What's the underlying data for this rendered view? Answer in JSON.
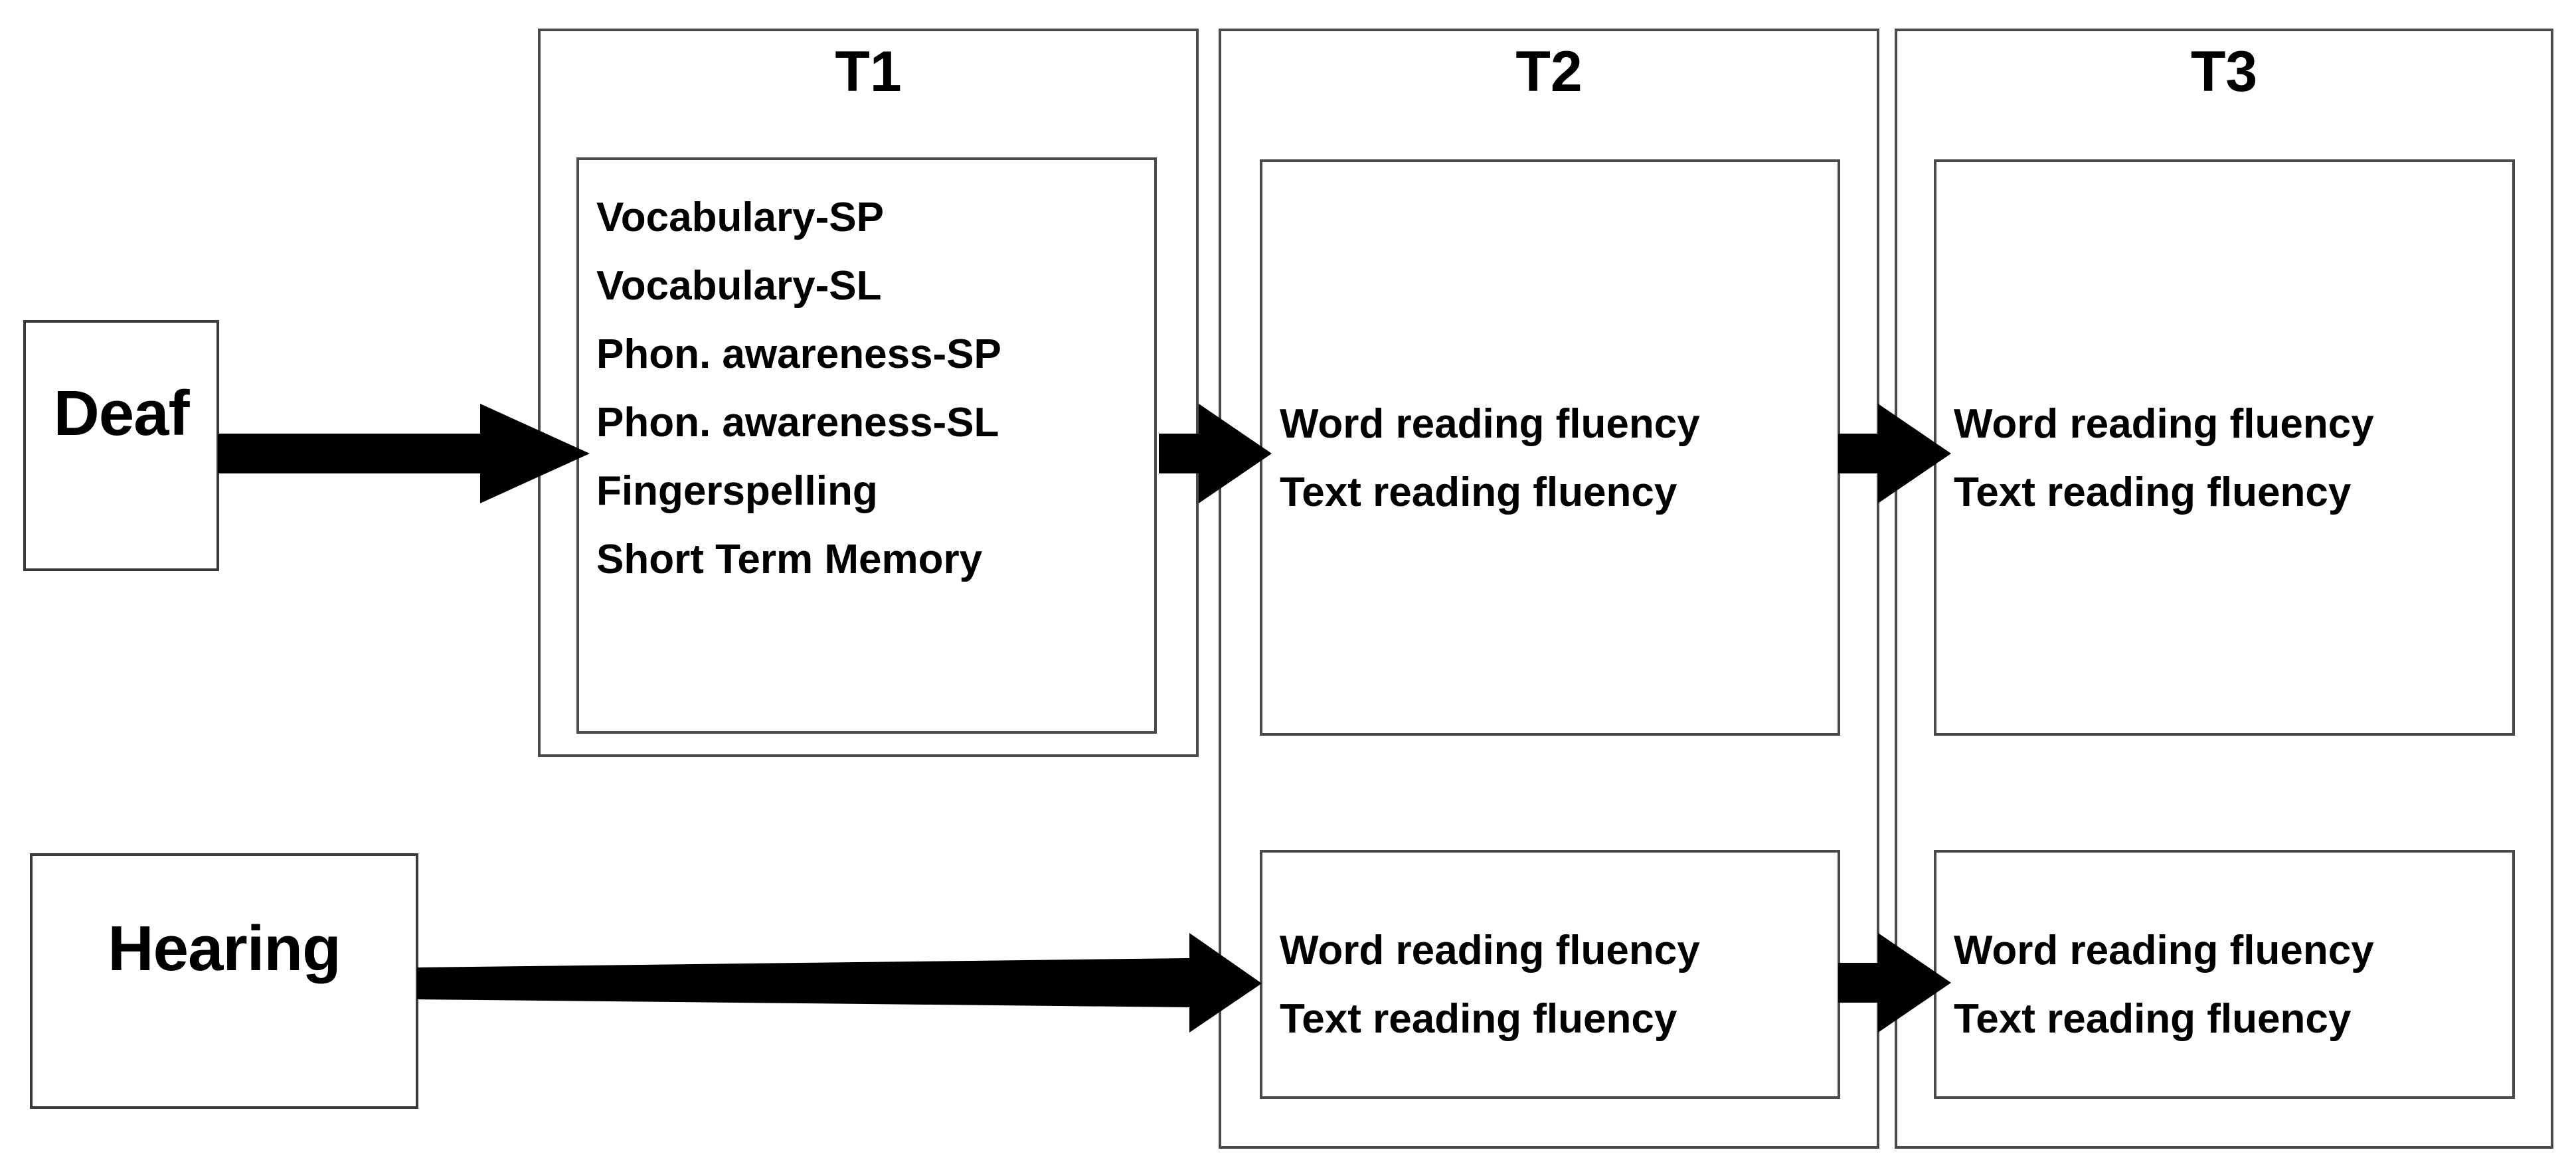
{
  "diagram": {
    "groups": [
      {
        "id": "deaf",
        "label": "Deaf"
      },
      {
        "id": "hearing",
        "label": "Hearing"
      }
    ],
    "timepoints": [
      {
        "id": "t1",
        "title": "T1"
      },
      {
        "id": "t2",
        "title": "T2"
      },
      {
        "id": "t3",
        "title": "T3"
      }
    ],
    "measures": {
      "deaf_t1": [
        "Vocabulary-SP",
        "Vocabulary-SL",
        "Phon. awareness-SP",
        "Phon. awareness-SL",
        "Fingerspelling",
        "Short Term Memory"
      ],
      "deaf_t2": [
        "Word reading fluency",
        "Text reading fluency"
      ],
      "deaf_t3": [
        "Word reading fluency",
        "Text reading fluency"
      ],
      "hearing_t2": [
        "Word reading fluency",
        "Text reading fluency"
      ],
      "hearing_t3": [
        "Word reading fluency",
        "Text reading fluency"
      ]
    },
    "arrows": [
      {
        "id": "deaf-to-t1",
        "from": "deaf",
        "to": "deaf_t1"
      },
      {
        "id": "deaf-t1-to-t2",
        "from": "deaf_t1",
        "to": "deaf_t2"
      },
      {
        "id": "deaf-t2-to-t3",
        "from": "deaf_t2",
        "to": "deaf_t3"
      },
      {
        "id": "hearing-to-t2",
        "from": "hearing",
        "to": "hearing_t2"
      },
      {
        "id": "hearing-t2-to-t3",
        "from": "hearing_t2",
        "to": "hearing_t3"
      }
    ],
    "colors": {
      "background": "#ffffff",
      "border": "#4a4a4a",
      "text": "#000000",
      "arrow": "#000000"
    }
  }
}
